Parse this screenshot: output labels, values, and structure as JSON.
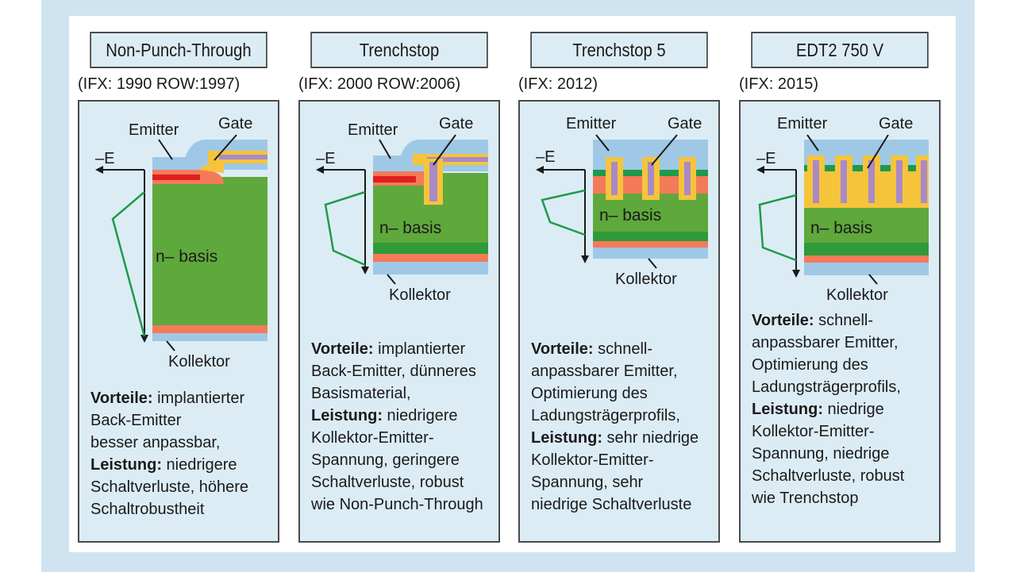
{
  "colors": {
    "frame": "#cfe4f0",
    "panel": "#dcecf5",
    "oxide": "#9fc8e6",
    "basis": "#5fa83c",
    "collector": "#f47a5a",
    "emitter": "#e0201e",
    "gate_oxide": "#f6c43a",
    "gate": "#a98ac6",
    "field_line": "#1e9a4a"
  },
  "labels": {
    "emitter": "Emitter",
    "gate": "Gate",
    "field": "–E",
    "basis": "n– basis",
    "collector": "Kollektor"
  },
  "columns": [
    {
      "title": "Non-Punch-Through",
      "date": "(IFX: 1990 ROW:1997)",
      "desc": [
        {
          "b": "Vorteile:",
          "t": " implantierter"
        },
        {
          "b": "",
          "t": "Back-Emitter"
        },
        {
          "b": "",
          "t": "besser anpassbar,"
        },
        {
          "b": "Leistung:",
          "t": " niedrigere"
        },
        {
          "b": "",
          "t": "Schaltverluste, höhere"
        },
        {
          "b": "",
          "t": "Schaltrobustheit"
        }
      ]
    },
    {
      "title": "Trenchstop",
      "date": "(IFX: 2000 ROW:2006)",
      "desc": [
        {
          "b": "Vorteile:",
          "t": " implantierter"
        },
        {
          "b": "",
          "t": "Back-Emitter, dünneres"
        },
        {
          "b": "",
          "t": "Basismaterial,"
        },
        {
          "b": "Leistung:",
          "t": " niedrigere"
        },
        {
          "b": "",
          "t": "Kollektor-Emitter-"
        },
        {
          "b": "",
          "t": "Spannung, geringere"
        },
        {
          "b": "",
          "t": "Schaltverluste, robust"
        },
        {
          "b": "",
          "t": "wie Non-Punch-Through"
        }
      ]
    },
    {
      "title": "Trenchstop 5",
      "date": "(IFX: 2012)",
      "desc": [
        {
          "b": "Vorteile:",
          "t": " schnell-"
        },
        {
          "b": "",
          "t": "anpassbarer Emitter,"
        },
        {
          "b": "",
          "t": "Optimierung des"
        },
        {
          "b": "",
          "t": "Ladungsträgerprofils,"
        },
        {
          "b": "Leistung:",
          "t": " sehr niedrige"
        },
        {
          "b": "",
          "t": "Kollektor-Emitter-"
        },
        {
          "b": "",
          "t": "Spannung, sehr"
        },
        {
          "b": "",
          "t": "niedrige Schaltverluste"
        }
      ]
    },
    {
      "title": "EDT2 750 V",
      "date": "(IFX: 2015)",
      "desc": [
        {
          "b": "Vorteile:",
          "t": " schnell-"
        },
        {
          "b": "",
          "t": "anpassbarer Emitter,"
        },
        {
          "b": "",
          "t": "Optimierung des"
        },
        {
          "b": "",
          "t": "Ladungsträgerprofils,"
        },
        {
          "b": "Leistung:",
          "t": " niedrige"
        },
        {
          "b": "",
          "t": "Kollektor-Emitter-"
        },
        {
          "b": "",
          "t": "Spannung, niedrige"
        },
        {
          "b": "",
          "t": "Schaltverluste, robust"
        },
        {
          "b": "",
          "t": "wie Trenchstop"
        }
      ]
    }
  ]
}
